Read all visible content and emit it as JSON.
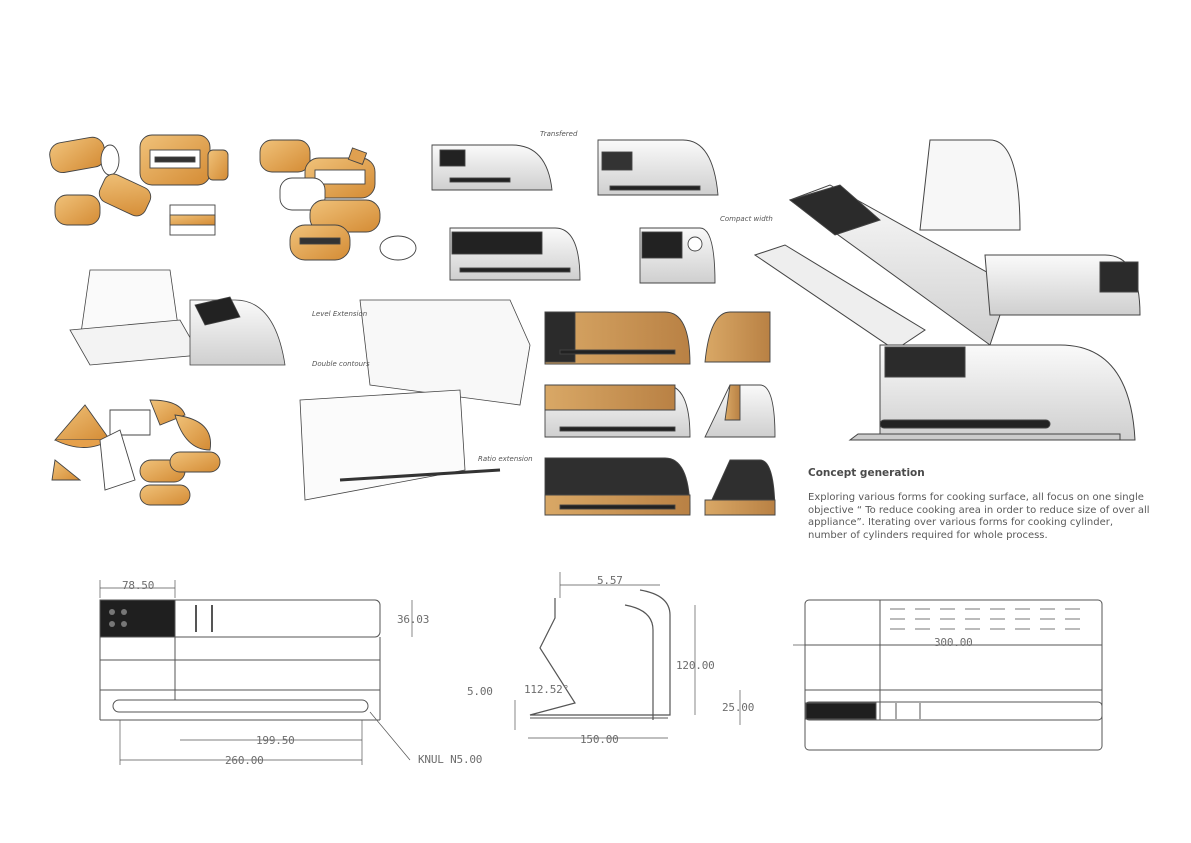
{
  "concept": {
    "title": "Concept generation",
    "body": "Exploring various forms for cooking surface, all focus on one single objective “ To reduce cooking area in order to reduce size of over all appliance”. Iterating over various forms for cooking cylinder, number of cylinders required for whole process."
  },
  "sketch_notes": {
    "top_annotation": "Transfered",
    "compact_note": "Compact width",
    "level_note": "Level Extension",
    "contour_note": "Double contours",
    "side_note": "Ratio extension"
  },
  "drawing_front": {
    "dim_78": "78.50",
    "dim_36": "36.03",
    "dim_199": "199.50",
    "dim_260": "260.00",
    "note_knurl": "KNUL N5.00"
  },
  "drawing_side": {
    "dim_5_57": "5.57",
    "dim_120": "120.00",
    "dim_5": "5.00",
    "dim_angle": "112.52°",
    "dim_25": "25.00",
    "dim_150": "150.00"
  },
  "drawing_top": {
    "dim_300": "300.00"
  },
  "colors": {
    "amber": "#e0a050",
    "dark": "#2b2b2b",
    "wood": "#c9944f",
    "line": "#4a4a4a"
  }
}
